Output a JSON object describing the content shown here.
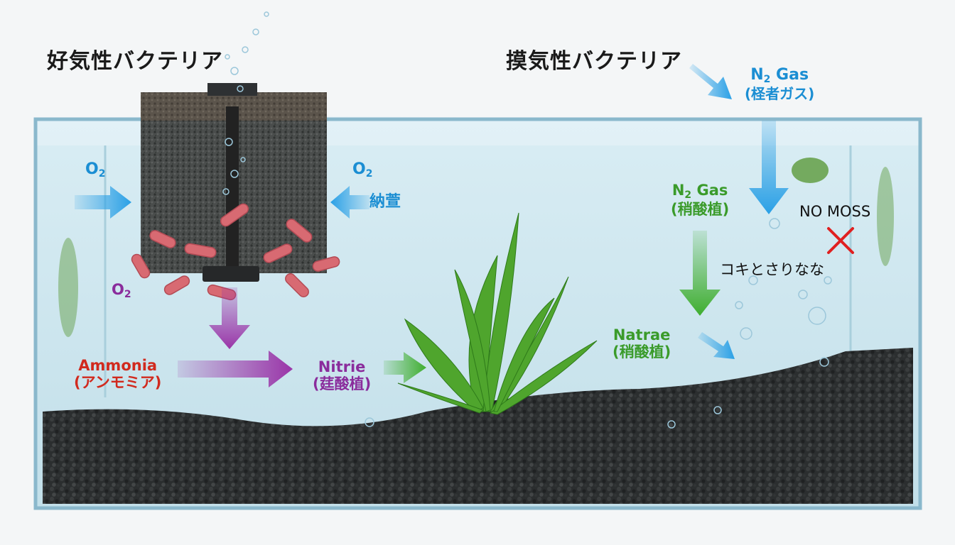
{
  "titles": {
    "aerobic": "好気性バクテリア",
    "anaerobic": "摸気性バクテリア"
  },
  "labels": {
    "n2_gas_top": {
      "main": "N",
      "sub": "2",
      "tail": " Gas",
      "jp": "(柽者ガス)"
    },
    "o2_left": {
      "main": "O",
      "sub": "2"
    },
    "o2_right": {
      "main": "O",
      "sub": "2"
    },
    "o2_right_jp": "納萱",
    "o2_purple": {
      "main": "O",
      "sub": "2"
    },
    "n2_gas_green": {
      "main": "N",
      "sub": "2",
      "tail": " Gas",
      "jp": "(稍酸植)"
    },
    "no_moss": "NO MOSS",
    "kokito": "コキとさりなな",
    "ammonia": {
      "en": "Ammonia",
      "jp": "(アンモミア)"
    },
    "nitrie": {
      "en": "Nitrie",
      "jp": "(莛酸植)"
    },
    "natrae": {
      "en": "Natrae",
      "jp": "(稍酸植)"
    }
  },
  "colors": {
    "blue_arrow": "#2aa0e6",
    "green_arrow": "#3fae2f",
    "purple_arrow": "#9a35a8",
    "red_text": "#d12a1e",
    "cross": "#e02020",
    "water": "#cfe6ef",
    "gravel": "#2b2e2f"
  },
  "icons": [
    "arrow-icon",
    "cross-icon",
    "sponge-filter-icon",
    "bacteria-icon",
    "plant-icon",
    "moss-icon",
    "bubble-icon"
  ]
}
